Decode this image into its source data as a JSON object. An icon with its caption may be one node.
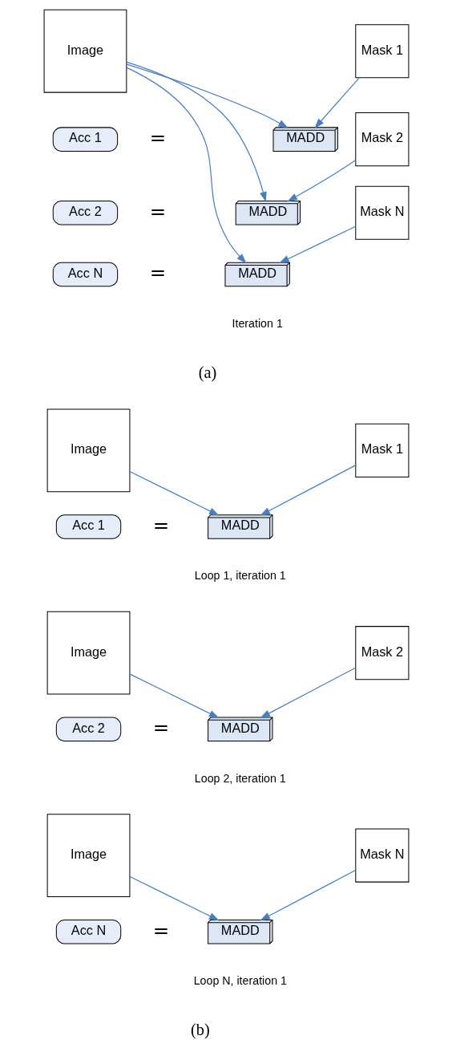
{
  "diagram": {
    "nodes": [
      {
        "text": [
          "Image"
        ]
      },
      {
        "text": [
          "Mask 1"
        ]
      },
      {
        "text": [
          "Mask 2"
        ]
      },
      {
        "text": [
          "Acc 1"
        ]
      },
      {
        "text": [
          "MADD"
        ]
      },
      {
        "text": [
          "Acc 2"
        ]
      },
      {
        "text": [
          "MADD"
        ]
      },
      {
        "text": [
          "Mask N"
        ]
      },
      {
        "text": [
          "Acc N"
        ]
      },
      {
        "text": [
          "MADD"
        ]
      },
      {
        "text": [
          "Image"
        ]
      },
      {
        "text": [
          "Mask 1"
        ]
      },
      {
        "text": [
          "Acc 1"
        ]
      },
      {
        "text": [
          "MADD"
        ]
      },
      {
        "text": [
          "Image"
        ]
      },
      {
        "text": [
          "Mask 2"
        ]
      },
      {
        "text": [
          "Acc 2"
        ]
      },
      {
        "text": [
          "MADD"
        ]
      },
      {
        "text": [
          "Image"
        ]
      },
      {
        "text": [
          "Mask N"
        ]
      },
      {
        "text": [
          "Acc N"
        ]
      },
      {
        "text": [
          "MADD"
        ]
      }
    ],
    "edges": [
      {
        "from": 0,
        "to": 4,
        "arrow": "to"
      },
      {
        "from": 0,
        "to": 6,
        "arrow": "to"
      },
      {
        "from": 0,
        "to": 9,
        "arrow": "to"
      },
      {
        "from": 1,
        "to": 4,
        "arrow": "to"
      },
      {
        "from": 2,
        "to": 6,
        "arrow": "to"
      },
      {
        "from": 7,
        "to": 9,
        "arrow": "to"
      },
      {
        "from": 10,
        "to": 13,
        "arrow": "to"
      },
      {
        "from": 11,
        "to": 13,
        "arrow": "to"
      },
      {
        "from": 14,
        "to": 17,
        "arrow": "to"
      },
      {
        "from": 15,
        "to": 17,
        "arrow": "to"
      },
      {
        "from": 18,
        "to": 21,
        "arrow": "to"
      },
      {
        "from": 19,
        "to": 21,
        "arrow": "to"
      }
    ],
    "labels": [
      "=",
      "=",
      "=",
      "Iteration 1",
      "(a)",
      "=",
      "Loop 1, iteration 1",
      "=",
      "Loop 2, iteration 1",
      "=",
      "Loop N, iteration 1",
      "(b)"
    ]
  }
}
